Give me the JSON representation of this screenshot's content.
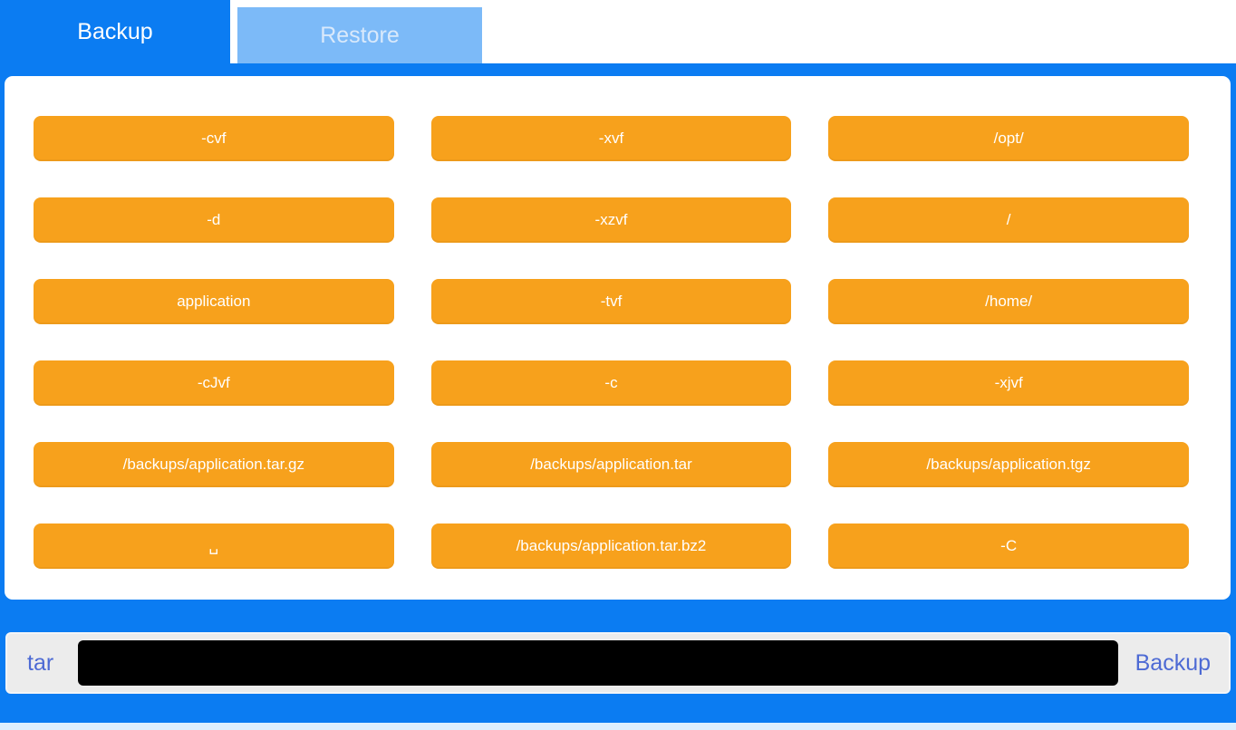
{
  "tabs": {
    "backup_label": "Backup",
    "restore_label": "Restore"
  },
  "tiles": [
    {
      "label": "-cvf"
    },
    {
      "label": "-xvf"
    },
    {
      "label": "/opt/"
    },
    {
      "label": "-d"
    },
    {
      "label": "-xzvf"
    },
    {
      "label": "/"
    },
    {
      "label": "application"
    },
    {
      "label": "-tvf"
    },
    {
      "label": "/home/"
    },
    {
      "label": "-cJvf"
    },
    {
      "label": "-c"
    },
    {
      "label": "-xjvf"
    },
    {
      "label": "/backups/application.tar.gz"
    },
    {
      "label": "/backups/application.tar"
    },
    {
      "label": "/backups/application.tgz"
    },
    {
      "label": "␣"
    },
    {
      "label": "/backups/application.tar.bz2"
    },
    {
      "label": "-C"
    }
  ],
  "command_bar": {
    "prefix": "tar",
    "input_value": "",
    "submit_label": "Backup"
  },
  "colors": {
    "accent_blue": "#0b7cf2",
    "inactive_tab_blue": "#7cbaf8",
    "tile_orange": "#f7a11c",
    "bar_gray": "#ececec",
    "label_blue": "#4d6ad4",
    "input_black": "#000000"
  }
}
